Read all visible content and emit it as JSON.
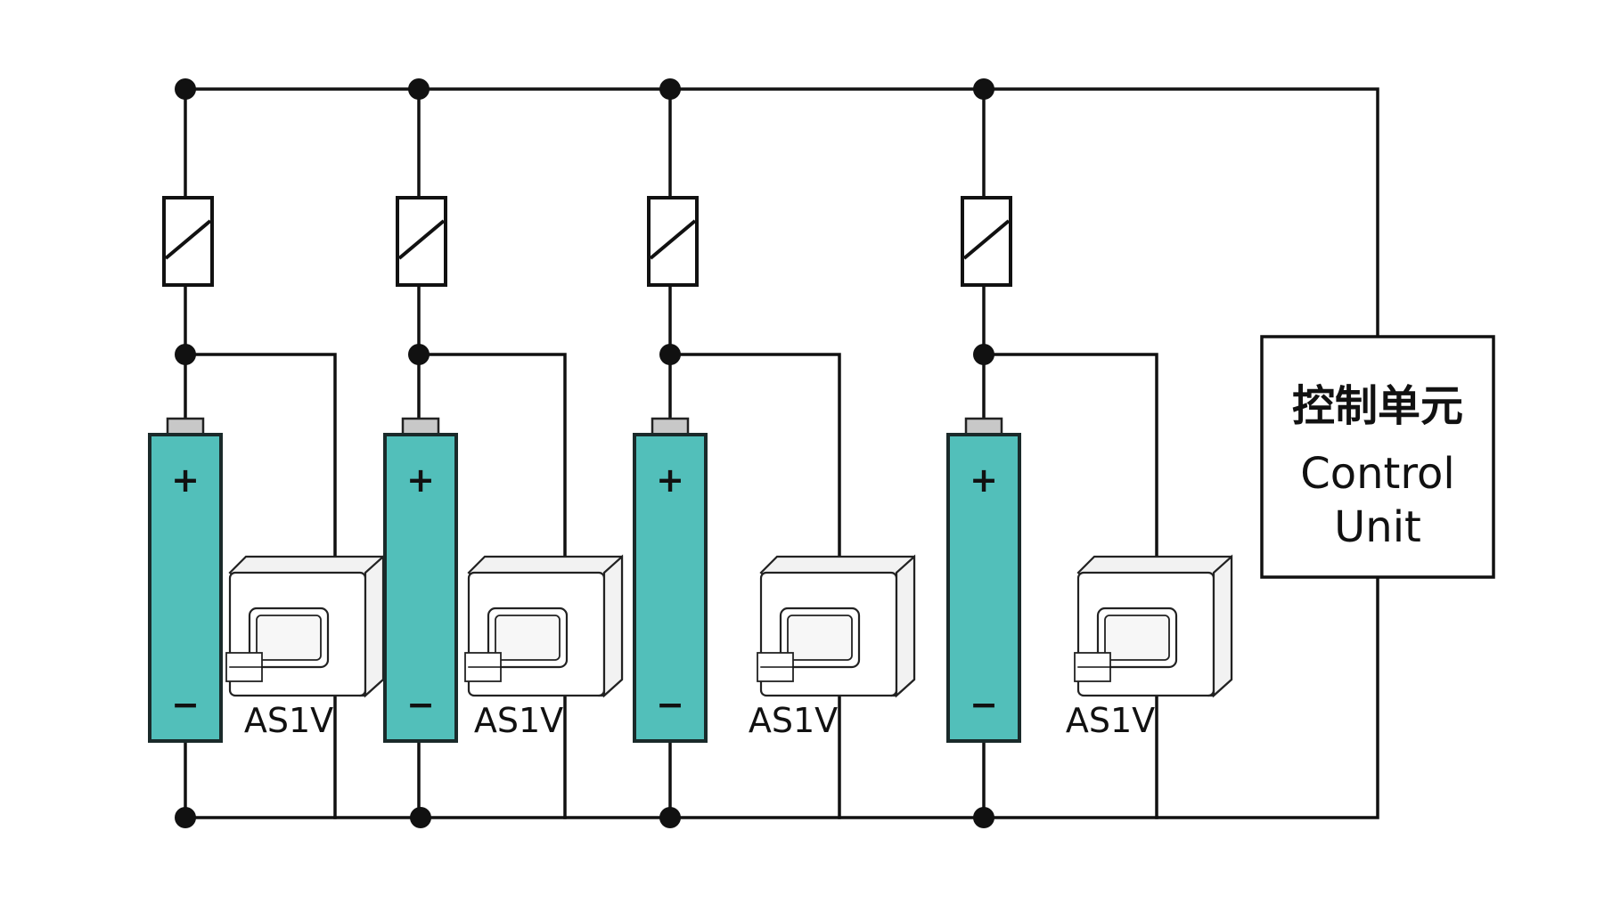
{
  "cells": [
    {
      "positive": "+",
      "negative": "−",
      "sensor_label": "AS1V"
    },
    {
      "positive": "+",
      "negative": "−",
      "sensor_label": "AS1V"
    },
    {
      "positive": "+",
      "negative": "−",
      "sensor_label": "AS1V"
    },
    {
      "positive": "+",
      "negative": "−",
      "sensor_label": "AS1V"
    }
  ],
  "control_unit": {
    "title_cn": "控制单元",
    "title_en_line1": "Control",
    "title_en_line2": "Unit"
  },
  "colors": {
    "battery": "#52bfba",
    "wire": "#111111"
  }
}
